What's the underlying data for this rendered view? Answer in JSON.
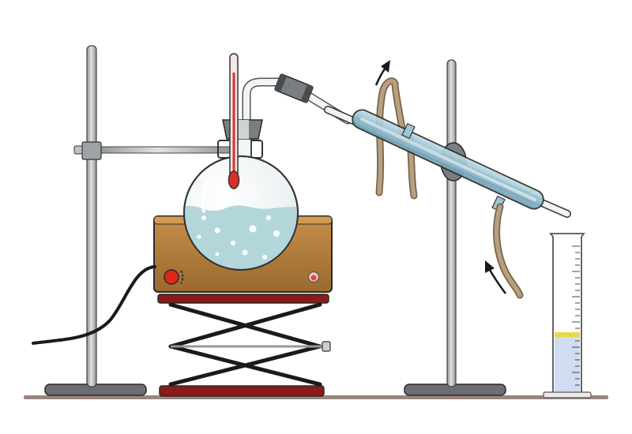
{
  "diagram": {
    "components": [
      {
        "id": "bench",
        "icon": "bench-surface"
      },
      {
        "id": "left-stand",
        "icon": "ring-stand"
      },
      {
        "id": "clamp",
        "icon": "clamp-arm"
      },
      {
        "id": "distillation-flask",
        "icon": "round-bottom-flask"
      },
      {
        "id": "liquid",
        "icon": "liquid-with-bubbles"
      },
      {
        "id": "thermometer",
        "icon": "thermometer"
      },
      {
        "id": "still-head",
        "icon": "bent-glass-tube"
      },
      {
        "id": "hot-plate",
        "icon": "heating-mantle"
      },
      {
        "id": "lab-jack",
        "icon": "scissor-jack"
      },
      {
        "id": "power-cord",
        "icon": "cable"
      },
      {
        "id": "condenser",
        "icon": "liebig-condenser"
      },
      {
        "id": "water-in-hose",
        "icon": "hose"
      },
      {
        "id": "water-out-hose",
        "icon": "hose"
      },
      {
        "id": "right-stand",
        "icon": "ring-stand"
      },
      {
        "id": "graduated-cylinder",
        "icon": "graduated-cylinder"
      },
      {
        "id": "collected-distillate",
        "icon": "liquid"
      }
    ],
    "flow_arrows": [
      {
        "id": "water-out",
        "direction": "up"
      },
      {
        "id": "water-in",
        "direction": "up"
      }
    ]
  },
  "colors": {
    "stand_rod": "#b8bcbe",
    "stand_base": "#6b6f72",
    "hot_plate": "#b07a3a",
    "knob": "#e02818",
    "jack_plate": "#8b1a1a",
    "liquid": "#b3d6db",
    "thermometer_bulb": "#d8302a",
    "condenser": "#9cc6d4",
    "hose": "#a89070",
    "distillate": "#cfdcf2",
    "distillate_top": "#e6d84a",
    "bench": "#9a8580"
  }
}
